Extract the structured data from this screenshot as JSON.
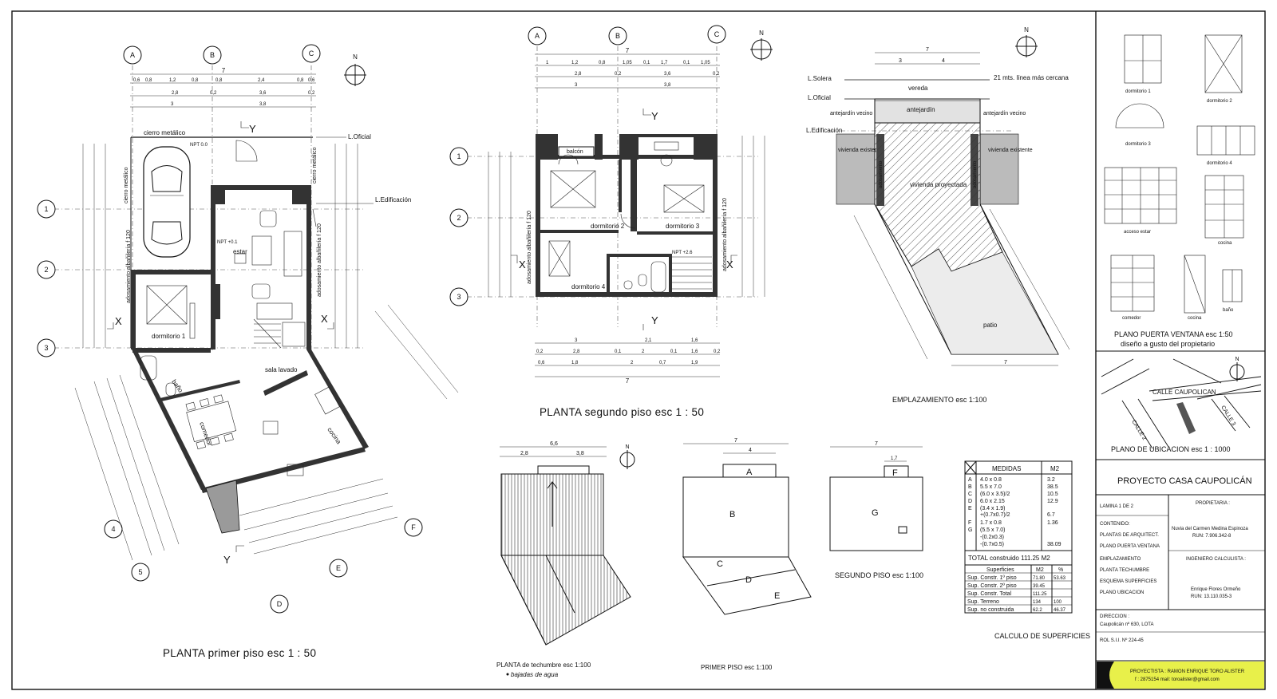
{
  "plan_first_floor": {
    "title": "PLANTA primer piso esc 1 : 50",
    "axes_cols": [
      "A",
      "B",
      "C"
    ],
    "axes_rows": [
      "1",
      "2",
      "3"
    ],
    "axes_diag": [
      "4",
      "5",
      "D",
      "E",
      "F"
    ],
    "dims_top": [
      "0,6",
      "0,8",
      "1,2",
      "0,8",
      "0,8",
      "2,4",
      "0,8",
      "0,6"
    ],
    "dims_top2": [
      "2,8",
      "0,2",
      "3,6",
      "0,2"
    ],
    "dims_top3": [
      "3",
      "3,8"
    ],
    "dim_total": "7",
    "section_marks": [
      "Y",
      "Y",
      "X",
      "X"
    ],
    "rooms": [
      "estar",
      "dormitorio 1",
      "baño",
      "comedor",
      "cocina",
      "sala lavado"
    ],
    "labels": {
      "cierro": "cierro metálico",
      "cierro_v": "cierro metálico",
      "oficial": "L.Oficial",
      "edificacion": "L.Edificación",
      "adosamiento_l": "adosamiento albañilería f 120",
      "adosamiento_r": "adosamiento albañilería f 120",
      "npt1": "NPT 0.0",
      "npt2": "NPT +0.1"
    }
  },
  "plan_second_floor": {
    "title": "PLANTA segundo piso esc 1 : 50",
    "axes_cols": [
      "A",
      "B",
      "C"
    ],
    "axes_rows": [
      "1",
      "2",
      "3"
    ],
    "dims_top": [
      "1",
      "1,2",
      "0,8",
      "1,05",
      "0,1",
      "1,7",
      "0,1",
      "1,05"
    ],
    "dims_top2": [
      "2,8",
      "0,2",
      "3,6",
      "0,2"
    ],
    "dims_top3": [
      "3",
      "3,8"
    ],
    "dims_bottom": [
      "3",
      "2,1",
      "1,6"
    ],
    "dims_bottom2": [
      "0,2",
      "2,8",
      "0,1",
      "2",
      "0,1",
      "1,6",
      "0,2"
    ],
    "dims_bottom3": [
      "0,6",
      "1,8",
      "2",
      "0,7",
      "1,9"
    ],
    "dim_total": "7",
    "section_marks": [
      "Y",
      "Y",
      "X",
      "X"
    ],
    "rooms": [
      "dormitorio 2",
      "dormitorio 3",
      "dormitorio 4",
      "balcón"
    ],
    "labels": {
      "adosamiento_l": "adosamiento albañilería f 120",
      "adosamiento_r": "adosamiento albañilería f 120",
      "npt": "NPT +2.6"
    }
  },
  "site_plan": {
    "title": "EMPLAZAMIENTO esc 1:100",
    "labels": {
      "solera": "L.Solera",
      "oficial": "L.Oficial",
      "edificacion": "L.Edificación",
      "linea": "21 mts. línea más cercana",
      "vereda": "vereda",
      "antejardin": "antejardín",
      "antejardin_vecino_l": "antejardín vecino",
      "antejardin_vecino_r": "antejardín vecino",
      "vivienda_existente_l": "vivienda existente",
      "vivienda_existente_r": "vivienda existente",
      "vivienda_proyectada": "vivienda proyectada",
      "adosamiento_l": "adosamiento",
      "adosamiento_r": "adosamiento",
      "patio": "patio"
    },
    "dims": [
      "7",
      "3",
      "4",
      "7"
    ]
  },
  "roof_plan": {
    "title": "PLANTA de techumbre esc 1:100",
    "subtitle": "bajadas de agua",
    "dims": [
      "6,6",
      "2,8",
      "3,8"
    ]
  },
  "first_floor_small": {
    "title": "PRIMER PISO esc 1:100",
    "areas": [
      "A",
      "B",
      "C",
      "D",
      "E"
    ],
    "dims": [
      "7",
      "4"
    ]
  },
  "second_floor_small": {
    "title": "SEGUNDO PISO esc 1:100",
    "areas": [
      "F",
      "G"
    ],
    "dims": [
      "7",
      "1,7"
    ]
  },
  "areas_table": {
    "title": "CALCULO DE SUPERFICIES",
    "headers": [
      "MEDIDAS",
      "M2"
    ],
    "rows": [
      [
        "A",
        "4.0  x 0.8",
        "3.2"
      ],
      [
        "B",
        "5.5 x 7.0",
        "38.5"
      ],
      [
        "C",
        "(6.0 x 3.5)/2",
        "10.5"
      ],
      [
        "D",
        "6.0 x 2.15",
        "12.9"
      ],
      [
        "E",
        "(3.4 x 1.9)",
        "6.7"
      ],
      [
        "F",
        "1.7 x 0.8",
        "1.36"
      ],
      [
        "G",
        "(5.5 x 7.0)",
        "38.09"
      ]
    ],
    "e_extra": "+(0.7x0.7)/2",
    "g_extra1": "-(0.2x0.3)",
    "g_extra2": "-(0.7x0.5)",
    "total": "TOTAL construido 111.25 M2",
    "sup_headers": [
      "Superficies",
      "M2",
      "%"
    ],
    "sup_rows": [
      [
        "Sup. Constr. 1º piso",
        "71.80",
        "53.63"
      ],
      [
        "Sup. Constr. 2º piso",
        "39.45",
        ""
      ],
      [
        "Sup. Constr. Total",
        "111.25",
        ""
      ],
      [
        "Sup. Terreno",
        "134",
        "100"
      ],
      [
        "Sup. no construida",
        "62.2",
        "46.37"
      ]
    ]
  },
  "windows": {
    "title": "PLANO PUERTA VENTANA  esc 1:50",
    "subtitle": "diseño a gusto del propietario",
    "items": [
      "dormitorio 1",
      "dormitorio 2",
      "dormitorio 3",
      "dormitorio 4",
      "acceso estar",
      "cocina",
      "comedor",
      "cocina",
      "baño"
    ]
  },
  "location": {
    "title": "PLANO DE UBICACION   esc 1 : 1000",
    "street1": "CALLE CAUPOLICAN",
    "street2": "CALLE 2",
    "street3": "CALLE 3"
  },
  "title_block": {
    "project": "PROYECTO CASA CAUPOLICÁN",
    "lamina": "LAMINA 1 DE 2",
    "contenido_label": "CONTENIDO:",
    "contenido": [
      "PLANTAS DE ARQUITECT.",
      "PLANO PUERTA VENTANA",
      "EMPLAZAMIENTO",
      "PLANTA TECHUMBRE",
      "ESQUEMA SUPERFICIES",
      "PLANO UBICACION"
    ],
    "propietaria_label": "PROPIETARIA :",
    "propietaria": "Nuvia del Carmen Medina Espinoza",
    "propietaria_run": "RUN: 7.906.342-8",
    "ingeniero_label": "INGENIERO CALCULISTA :",
    "ingeniero": "Enrique Flores Ormeño",
    "ingeniero_run": "RUN: 13.110.035-3",
    "direccion_label": "DIRECCION :",
    "direccion": "Caupolicán nº 630, LOTA",
    "rol": "ROL S.I.I. Nº 224-45",
    "proyectista": "PROYECTISTA : RAMON ENRIQUE TORO ALISTER",
    "contact": "f : 2875154    mail: toroalister@gmail.com"
  },
  "north_label": "N"
}
